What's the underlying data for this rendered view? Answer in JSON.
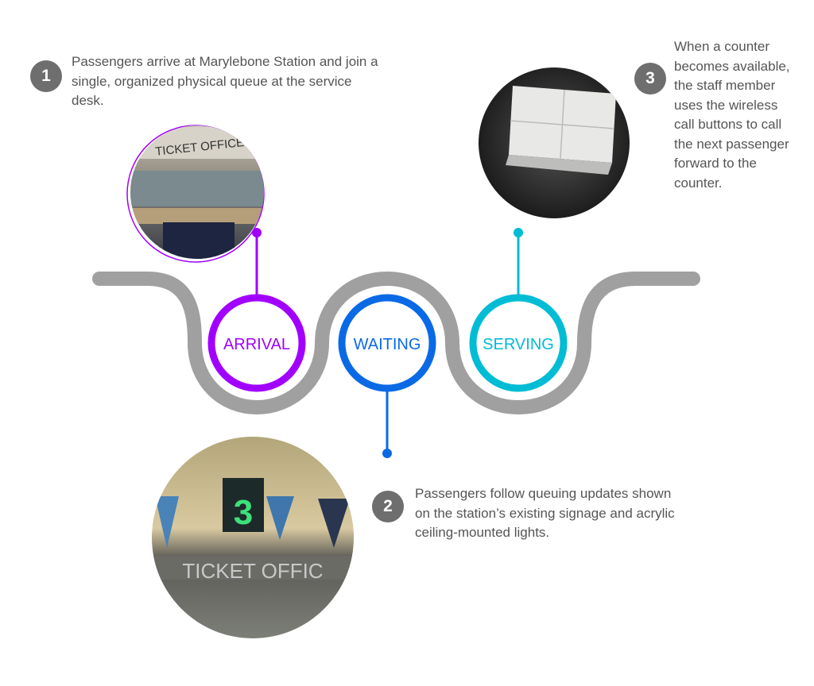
{
  "steps": [
    {
      "number": "1",
      "stage": "ARRIVAL",
      "color": "#a100ff",
      "text": "Passengers arrive at Marylebone Station and join a single, organized physical queue at the service desk.",
      "photo": "ticket-office-counter-photo"
    },
    {
      "number": "2",
      "stage": "WAITING",
      "color": "#0a6ae6",
      "text": "Passengers follow queuing updates shown on the station’s existing signage and acrylic ceiling-mounted lights.",
      "photo": "ceiling-sign-number-3-photo"
    },
    {
      "number": "3",
      "stage": "SERVING",
      "color": "#00bcd4",
      "text": "When a counter becomes available, the staff member uses the wireless call buttons to call the next passenger forward to the counter.",
      "photo": "wireless-call-button-photo"
    }
  ],
  "path_color": "#a0a0a0",
  "badge_color": "#6e6e6e"
}
